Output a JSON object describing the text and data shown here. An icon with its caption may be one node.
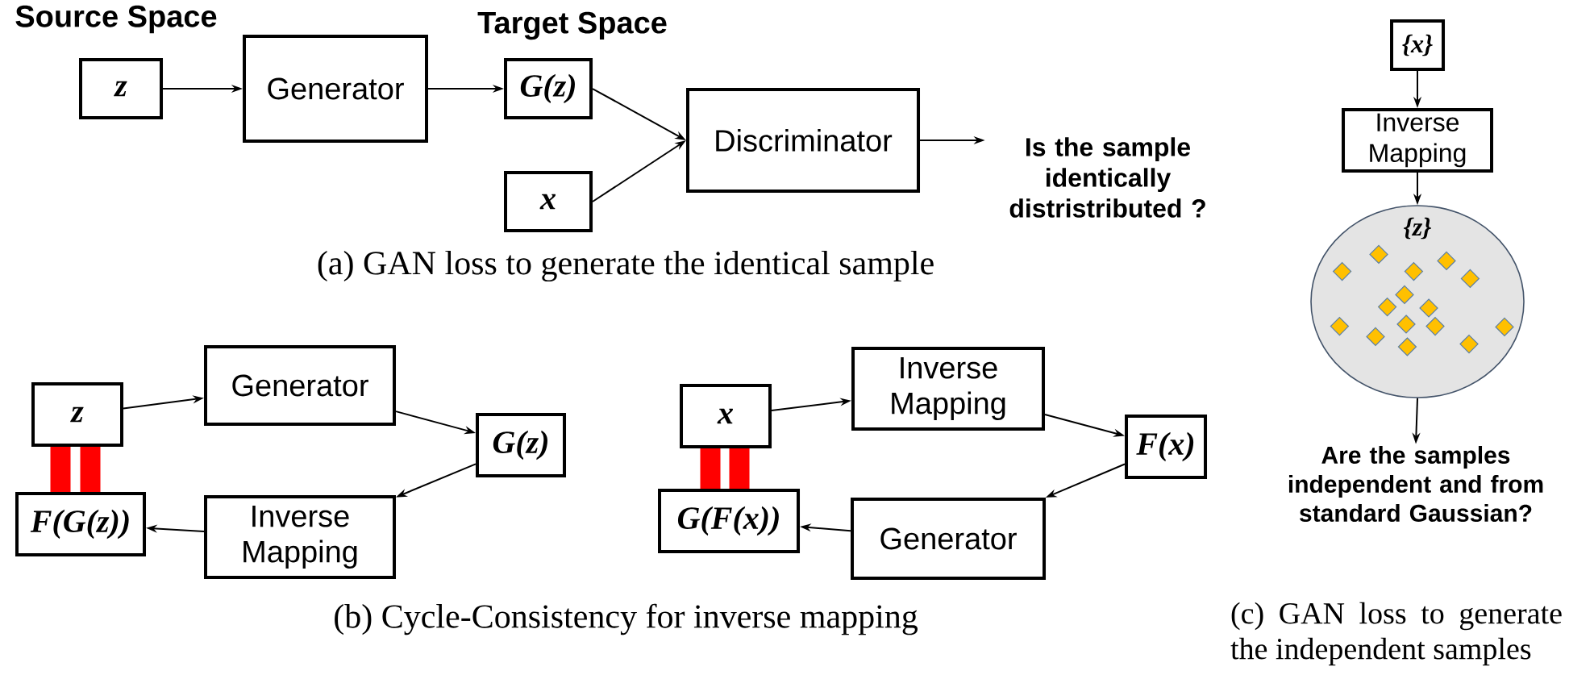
{
  "diagram": {
    "nodes": [
      {
        "text": [
          "z"
        ]
      },
      {
        "text": [
          "Generator"
        ]
      },
      {
        "text": [
          "G(z)"
        ]
      },
      {
        "text": [
          "x"
        ]
      },
      {
        "text": [
          "Discriminator"
        ]
      },
      {
        "text": [
          "Is the sample identically distristributed ?"
        ]
      },
      {
        "text": [
          "z"
        ]
      },
      {
        "text": [
          "Generator"
        ]
      },
      {
        "text": [
          "G(z)"
        ]
      },
      {
        "text": [
          "Inverse Mapping"
        ]
      },
      {
        "text": [
          "F(G(z))"
        ]
      },
      {
        "text": [
          "x"
        ]
      },
      {
        "text": [
          "Inverse Mapping"
        ]
      },
      {
        "text": [
          "F(x)"
        ]
      },
      {
        "text": [
          "Generator"
        ]
      },
      {
        "text": [
          "G(F(x))"
        ]
      },
      {
        "text": [
          "{x}"
        ]
      },
      {
        "text": [
          "Inverse Mapping"
        ]
      },
      {
        "text": [
          "{z}"
        ]
      },
      {
        "text": [
          "Are the samples independent and from standard Gaussian?"
        ]
      }
    ],
    "edges": [
      {
        "from": 0,
        "to": 1,
        "arrow": "to"
      },
      {
        "from": 1,
        "to": 2,
        "arrow": "to"
      },
      {
        "from": 2,
        "to": 4,
        "arrow": "to"
      },
      {
        "from": 3,
        "to": 4,
        "arrow": "to"
      },
      {
        "from": 4,
        "to": 5,
        "arrow": "to"
      },
      {
        "from": 6,
        "to": 7,
        "arrow": "to"
      },
      {
        "from": 7,
        "to": 8,
        "arrow": "to"
      },
      {
        "from": 8,
        "to": 9,
        "arrow": "to"
      },
      {
        "from": 9,
        "to": 10,
        "arrow": "to"
      },
      {
        "from": 6,
        "to": 10,
        "arrow": "none",
        "style": "thick",
        "color": "#ff0000"
      },
      {
        "from": 6,
        "to": 10,
        "arrow": "none",
        "style": "thick",
        "color": "#ff0000"
      },
      {
        "from": 11,
        "to": 12,
        "arrow": "to"
      },
      {
        "from": 12,
        "to": 13,
        "arrow": "to"
      },
      {
        "from": 13,
        "to": 14,
        "arrow": "to"
      },
      {
        "from": 14,
        "to": 15,
        "arrow": "to"
      },
      {
        "from": 11,
        "to": 15,
        "arrow": "none",
        "style": "thick",
        "color": "#ff0000"
      },
      {
        "from": 11,
        "to": 15,
        "arrow": "none",
        "style": "thick",
        "color": "#ff0000"
      },
      {
        "from": 16,
        "to": 17,
        "arrow": "to"
      },
      {
        "from": 17,
        "to": 18,
        "arrow": "to"
      },
      {
        "from": 18,
        "to": 19,
        "arrow": "to"
      }
    ],
    "labels": [
      "Source Space",
      "Target Space",
      "(a) GAN loss to generate the identical sample",
      "(b) Cycle-Consistency for inverse mapping",
      "(c) GAN loss to generate the independent samples"
    ]
  }
}
